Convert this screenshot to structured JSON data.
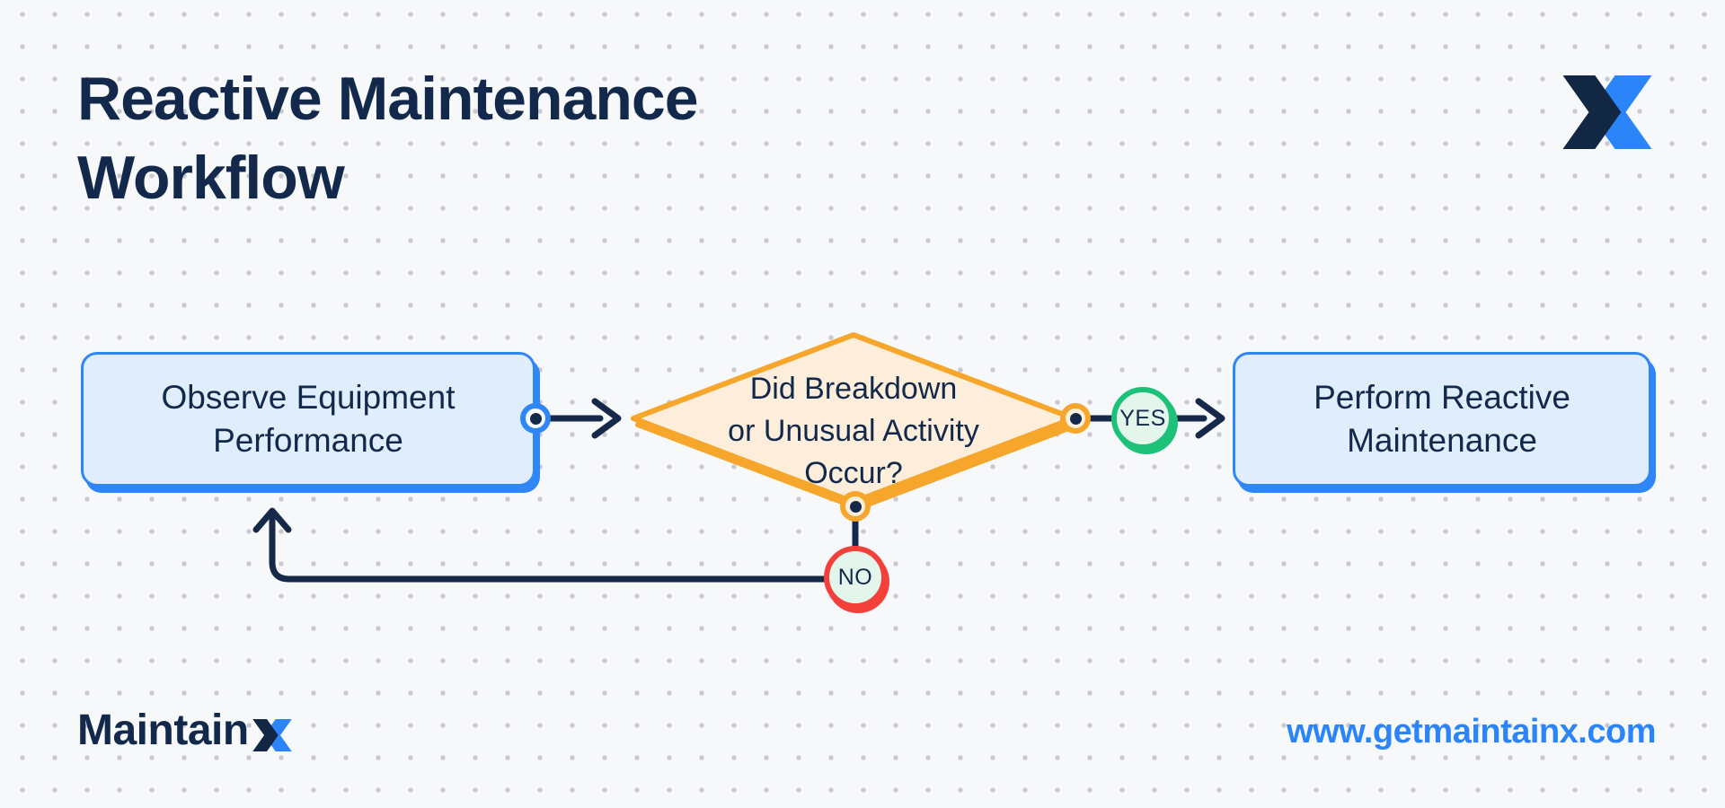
{
  "header": {
    "title_line1": "Reactive Maintenance",
    "title_line2": "Workflow"
  },
  "flowchart": {
    "nodes": {
      "observe": {
        "line1": "Observe Equipment",
        "line2": "Performance"
      },
      "decision": {
        "line1": "Did Breakdown",
        "line2": "or Unusual Activity",
        "line3": "Occur?"
      },
      "perform": {
        "line1": "Perform Reactive",
        "line2": "Maintenance"
      }
    },
    "labels": {
      "yes": "YES",
      "no": "NO"
    }
  },
  "footer": {
    "brand_text": "Maintain",
    "website": "www.getmaintainx.com"
  },
  "icons": {
    "logo": "maintainx-x-icon"
  },
  "colors": {
    "navy_text": "#13294B",
    "line_navy": "#17294A",
    "accent_blue": "#2E86F7",
    "node_blue_fill": "#DFEDFC",
    "orange": "#F6A62B",
    "diamond_fill": "#FCEEDA",
    "green": "#1DC279",
    "red": "#F4403B",
    "badge_mint_fill": "#E4F5EC",
    "background": "#F7F8FA",
    "dot_grid": "#C8C8CE"
  }
}
